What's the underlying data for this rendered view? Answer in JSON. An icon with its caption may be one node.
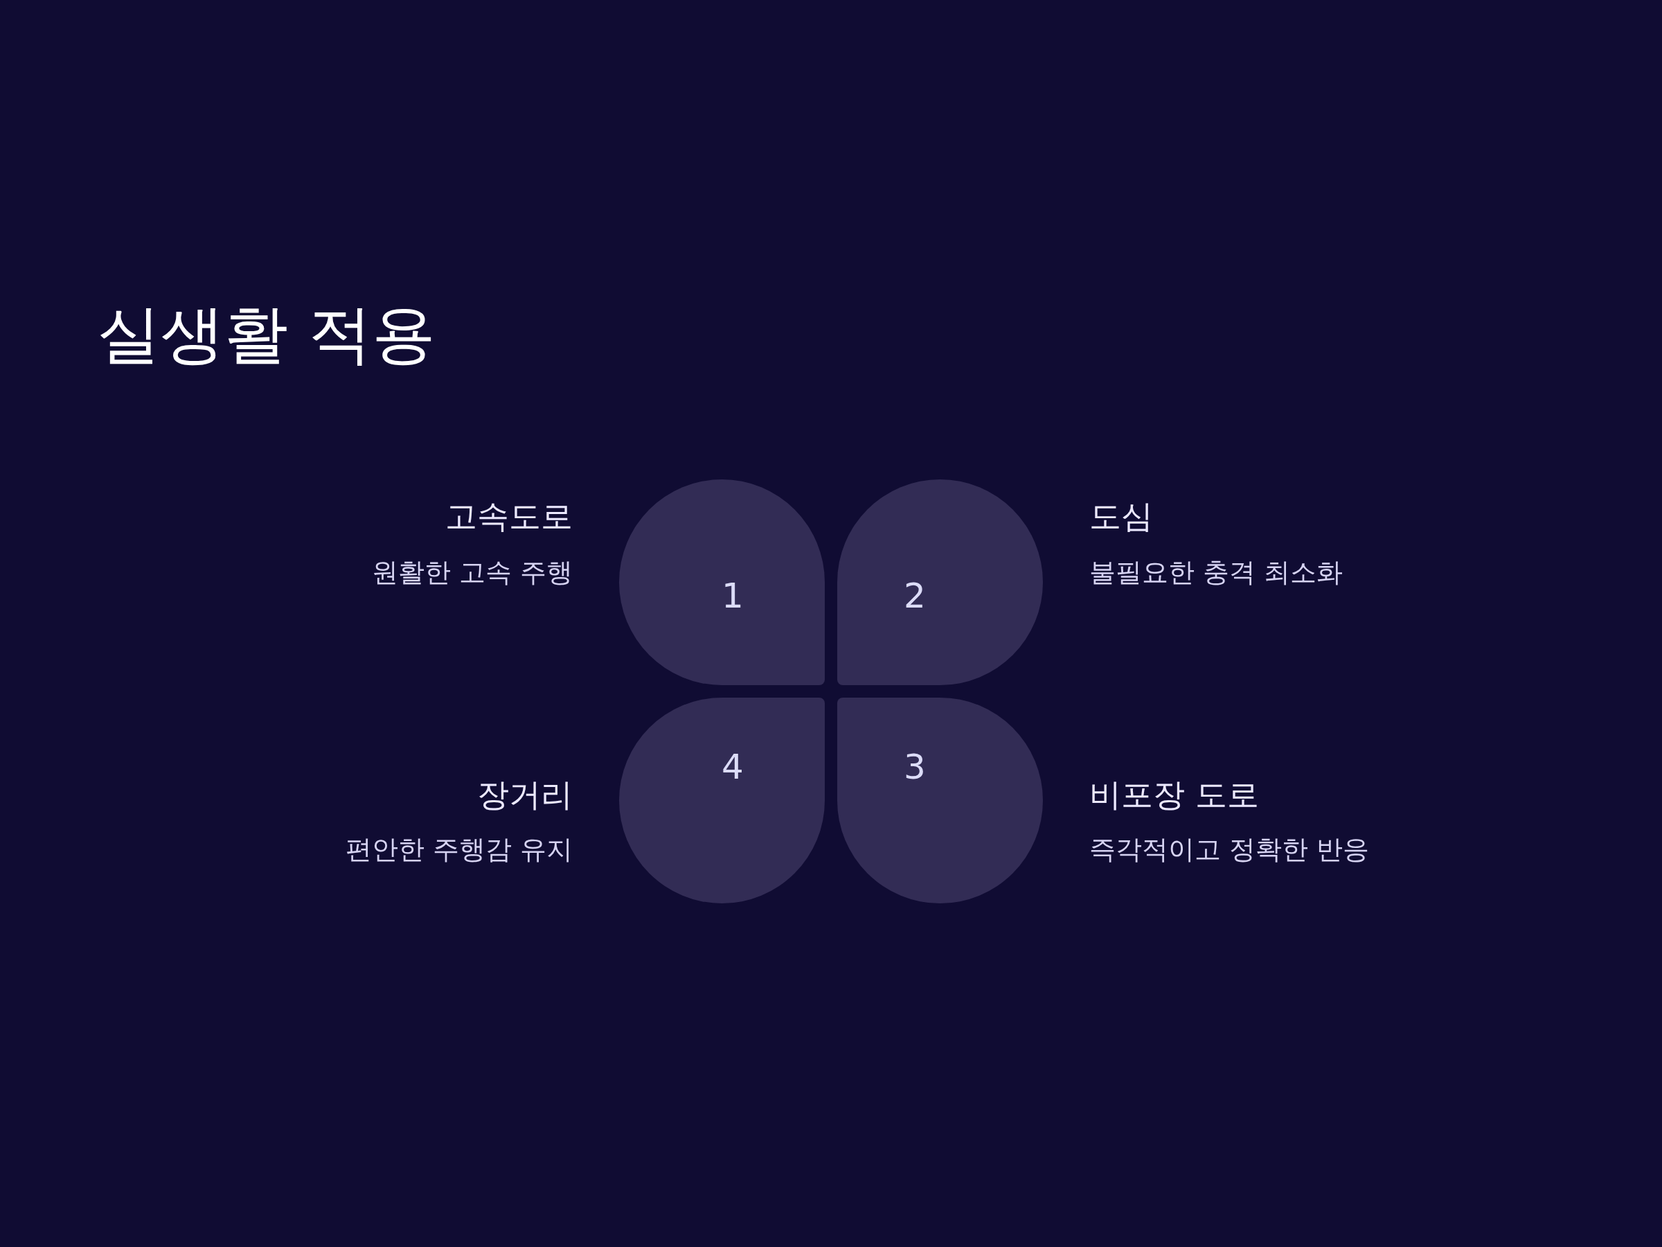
{
  "diagram": {
    "title": "실생활 적용",
    "nodes": [
      {
        "text": [
          "1"
        ],
        "beside": [
          "고속도로",
          "원활한 고속 주행"
        ]
      },
      {
        "text": [
          "2"
        ],
        "beside": [
          "도심",
          "불필요한 충격 최소화"
        ]
      },
      {
        "text": [
          "3"
        ],
        "beside": [
          "비포장 도로",
          "즉각적이고 정확한 반응"
        ]
      },
      {
        "text": [
          "4"
        ],
        "beside": [
          "장거리",
          "편안한 주행감 유지"
        ]
      }
    ],
    "edges": []
  }
}
